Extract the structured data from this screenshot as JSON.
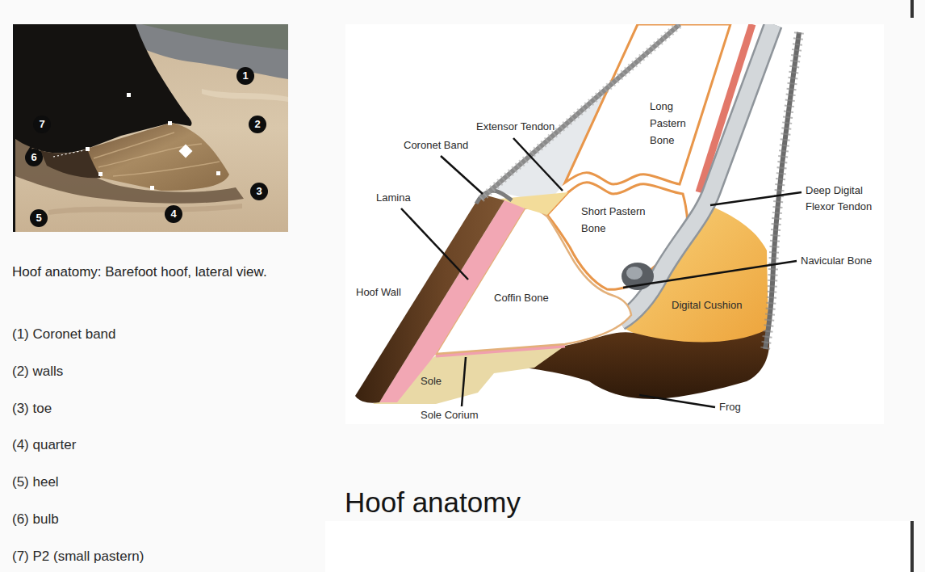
{
  "diagram": {
    "title": "Hoof anatomy",
    "caption": "Hoof anatomy: Barefoot hoof, lateral view.",
    "nodes": [
      {
        "text": [
          "1"
        ]
      },
      {
        "text": [
          "2"
        ]
      },
      {
        "text": [
          "3"
        ]
      },
      {
        "text": [
          "4"
        ]
      },
      {
        "text": [
          "5"
        ]
      },
      {
        "text": [
          "6"
        ]
      },
      {
        "text": [
          "7"
        ]
      }
    ],
    "labels": [
      "(1) Coronet band",
      "(2) walls",
      "(3) toe",
      "(4) quarter",
      "(5) heel",
      "(6) bulb",
      "(7) P2 (small pastern)",
      "Long Pastern Bone",
      "Extensor Tendon",
      "Coronet Band",
      "Lamina",
      "Deep Digital Flexor Tendon",
      "Short Pastern Bone",
      "Navicular Bone",
      "Hoof Wall",
      "Coffin Bone",
      "Digital Cushion",
      "Sole",
      "Frog",
      "Sole Corium"
    ]
  }
}
